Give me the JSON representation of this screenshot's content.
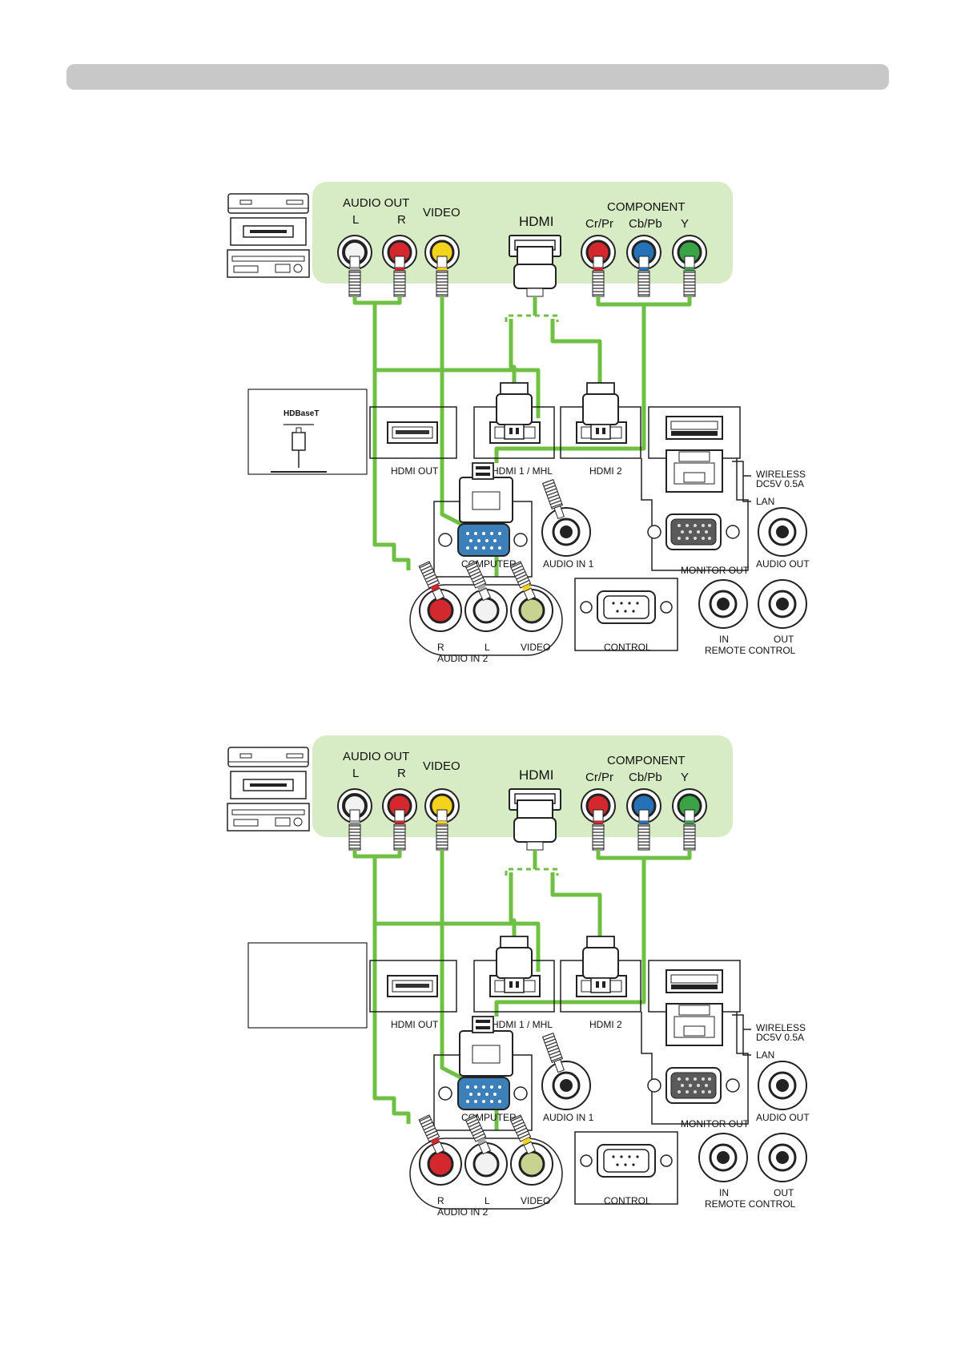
{
  "colors": {
    "source_panel": "#d7ebc4",
    "cable": "#6fbf44",
    "red": "#d2282e",
    "white": "#f2f2f2",
    "yellow": "#f4d31c",
    "blue": "#2672b8",
    "green": "#3aa346",
    "jack_gray": "#5a5a5a",
    "video_in": "#c8d38f",
    "vga_blue": "#3d7fb8"
  },
  "diagrams": [
    {
      "source": {
        "audio_out_title": "AUDIO OUT",
        "audio_l": "L",
        "audio_r": "R",
        "video_title": "VIDEO",
        "hdmi_title": "HDMI",
        "component_title": "COMPONENT",
        "cr_pr": "Cr/Pr",
        "cb_pb": "Cb/Pb",
        "y": "Y"
      },
      "hdbaset_box": {
        "label": "HDBaseT"
      },
      "projector": {
        "hdmi_out": "HDMI OUT",
        "hdmi1_mhl": "HDMI 1 / MHL",
        "hdmi2": "HDMI 2",
        "wireless": "WIRELESS",
        "dc5v": "DC5V 0.5A",
        "lan": "LAN",
        "computer": "COMPUTER",
        "audio_in1": "AUDIO IN 1",
        "monitor_out": "MONITOR OUT",
        "audio_out": "AUDIO OUT",
        "r": "R",
        "l": "L",
        "video": "VIDEO",
        "audio_in2": "AUDIO IN 2",
        "control": "CONTROL",
        "in": "IN",
        "out": "OUT",
        "remote_control": "REMOTE CONTROL"
      }
    },
    {
      "source": {
        "audio_out_title": "AUDIO OUT",
        "audio_l": "L",
        "audio_r": "R",
        "video_title": "VIDEO",
        "hdmi_title": "HDMI",
        "component_title": "COMPONENT",
        "cr_pr": "Cr/Pr",
        "cb_pb": "Cb/Pb",
        "y": "Y"
      },
      "hdbaset_box": {
        "label": ""
      },
      "projector": {
        "hdmi_out": "HDMI OUT",
        "hdmi1_mhl": "HDMI 1 / MHL",
        "hdmi2": "HDMI 2",
        "wireless": "WIRELESS",
        "dc5v": "DC5V 0.5A",
        "lan": "LAN",
        "computer": "COMPUTER",
        "audio_in1": "AUDIO IN 1",
        "monitor_out": "MONITOR OUT",
        "audio_out": "AUDIO OUT",
        "r": "R",
        "l": "L",
        "video": "VIDEO",
        "audio_in2": "AUDIO IN 2",
        "control": "CONTROL",
        "in": "IN",
        "out": "OUT",
        "remote_control": "REMOTE CONTROL"
      }
    }
  ]
}
